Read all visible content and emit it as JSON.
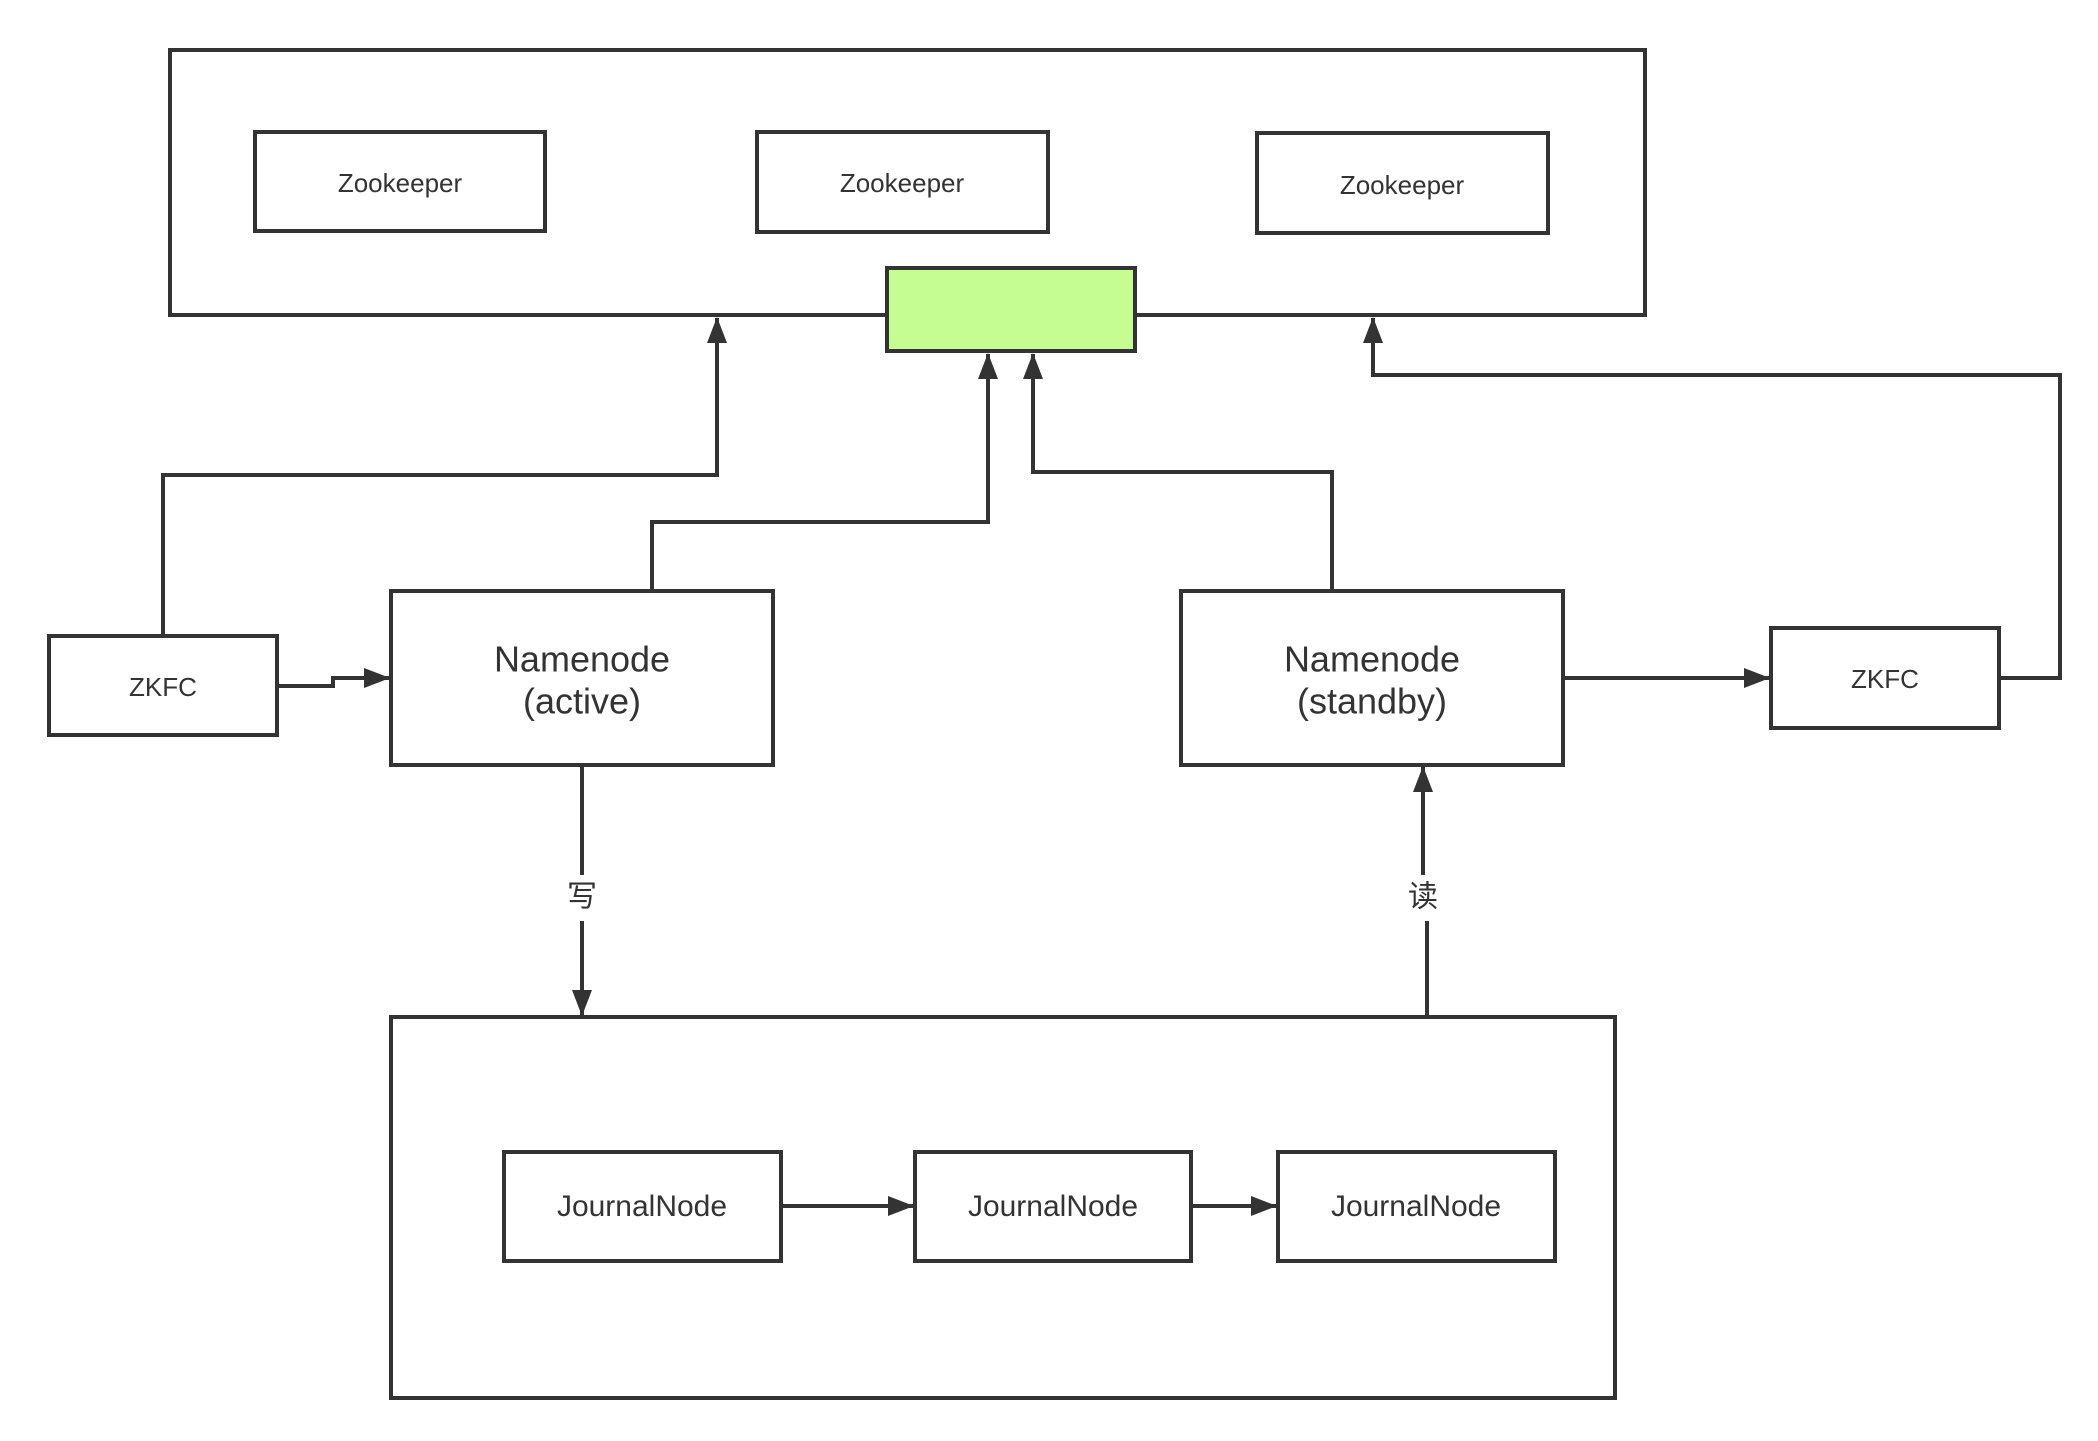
{
  "zookeeper": {
    "nodes": [
      "Zookeeper",
      "Zookeeper",
      "Zookeeper"
    ],
    "lock_color": "#c6fd93"
  },
  "namenode_active": {
    "line1": "Namenode",
    "line2": "(active)"
  },
  "namenode_standby": {
    "line1": "Namenode",
    "line2": "(standby)"
  },
  "zkfc_left": "ZKFC",
  "zkfc_right": "ZKFC",
  "journal": {
    "nodes": [
      "JournalNode",
      "JournalNode",
      "JournalNode"
    ]
  },
  "edges": {
    "write_label": "写",
    "read_label": "读"
  }
}
